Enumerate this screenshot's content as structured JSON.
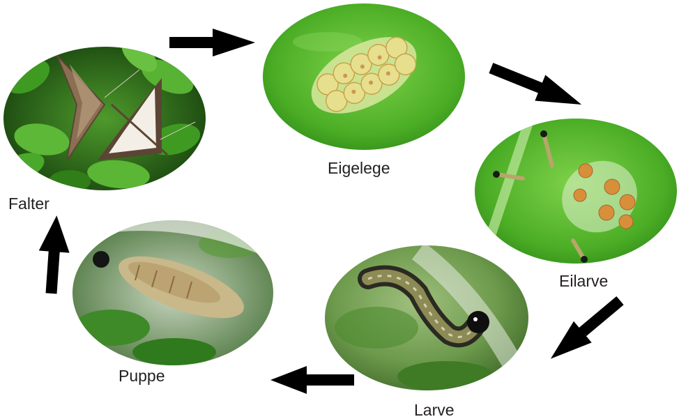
{
  "stages": {
    "falter": {
      "label": "Falter",
      "icon": "moth-photo"
    },
    "eigelege": {
      "label": "Eigelege",
      "icon": "egg-cluster-photo"
    },
    "eilarve": {
      "label": "Eilarve",
      "icon": "hatchling-larvae-photo"
    },
    "larve": {
      "label": "Larve",
      "icon": "caterpillar-photo"
    },
    "puppe": {
      "label": "Puppe",
      "icon": "pupa-photo"
    }
  },
  "colors": {
    "arrow": "#000000",
    "leaf_green": "#4caf2a",
    "leaf_dark": "#1f5a12",
    "label_text": "#231f20"
  }
}
